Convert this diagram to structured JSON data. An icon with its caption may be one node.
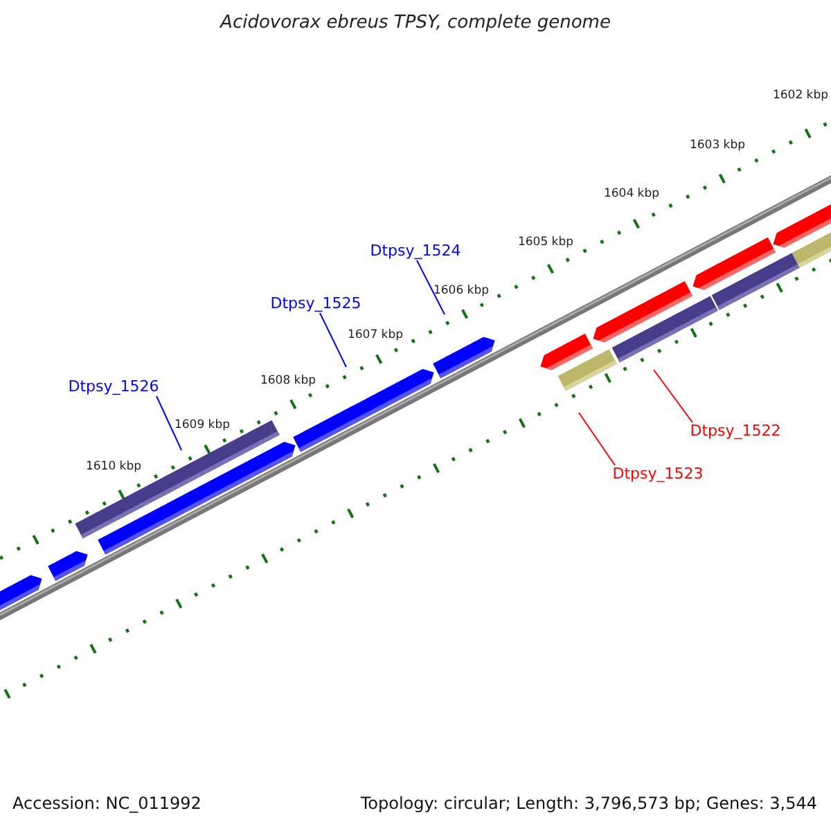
{
  "diagram": {
    "title": "Acidovorax ebreus TPSY, complete genome",
    "nodes": [
      {
        "text": [
          "Dtpsy_1524"
        ]
      },
      {
        "text": [
          "Dtpsy_1525"
        ]
      },
      {
        "text": [
          "Dtpsy_1526"
        ]
      },
      {
        "text": [
          "Dtpsy_1522"
        ]
      },
      {
        "text": [
          "Dtpsy_1523"
        ]
      }
    ],
    "edges": [
      {
        "from": 0,
        "to": null,
        "arrow": "none"
      },
      {
        "from": 1,
        "to": null,
        "arrow": "none"
      },
      {
        "from": 2,
        "to": null,
        "arrow": "none"
      },
      {
        "from": 3,
        "to": null,
        "arrow": "none",
        "color": "#ff0000"
      },
      {
        "from": 4,
        "to": null,
        "arrow": "none",
        "color": "#ff0000"
      }
    ],
    "labels": [
      "1602 kbp",
      "1603 kbp",
      "1604 kbp",
      "1605 kbp",
      "1606 kbp",
      "1607 kbp",
      "1608 kbp",
      "1609 kbp",
      "1610 kbp",
      "Accession: NC_011992",
      "Topology: circular; Length: 3,796,573 bp; Genes: 3,544"
    ]
  }
}
